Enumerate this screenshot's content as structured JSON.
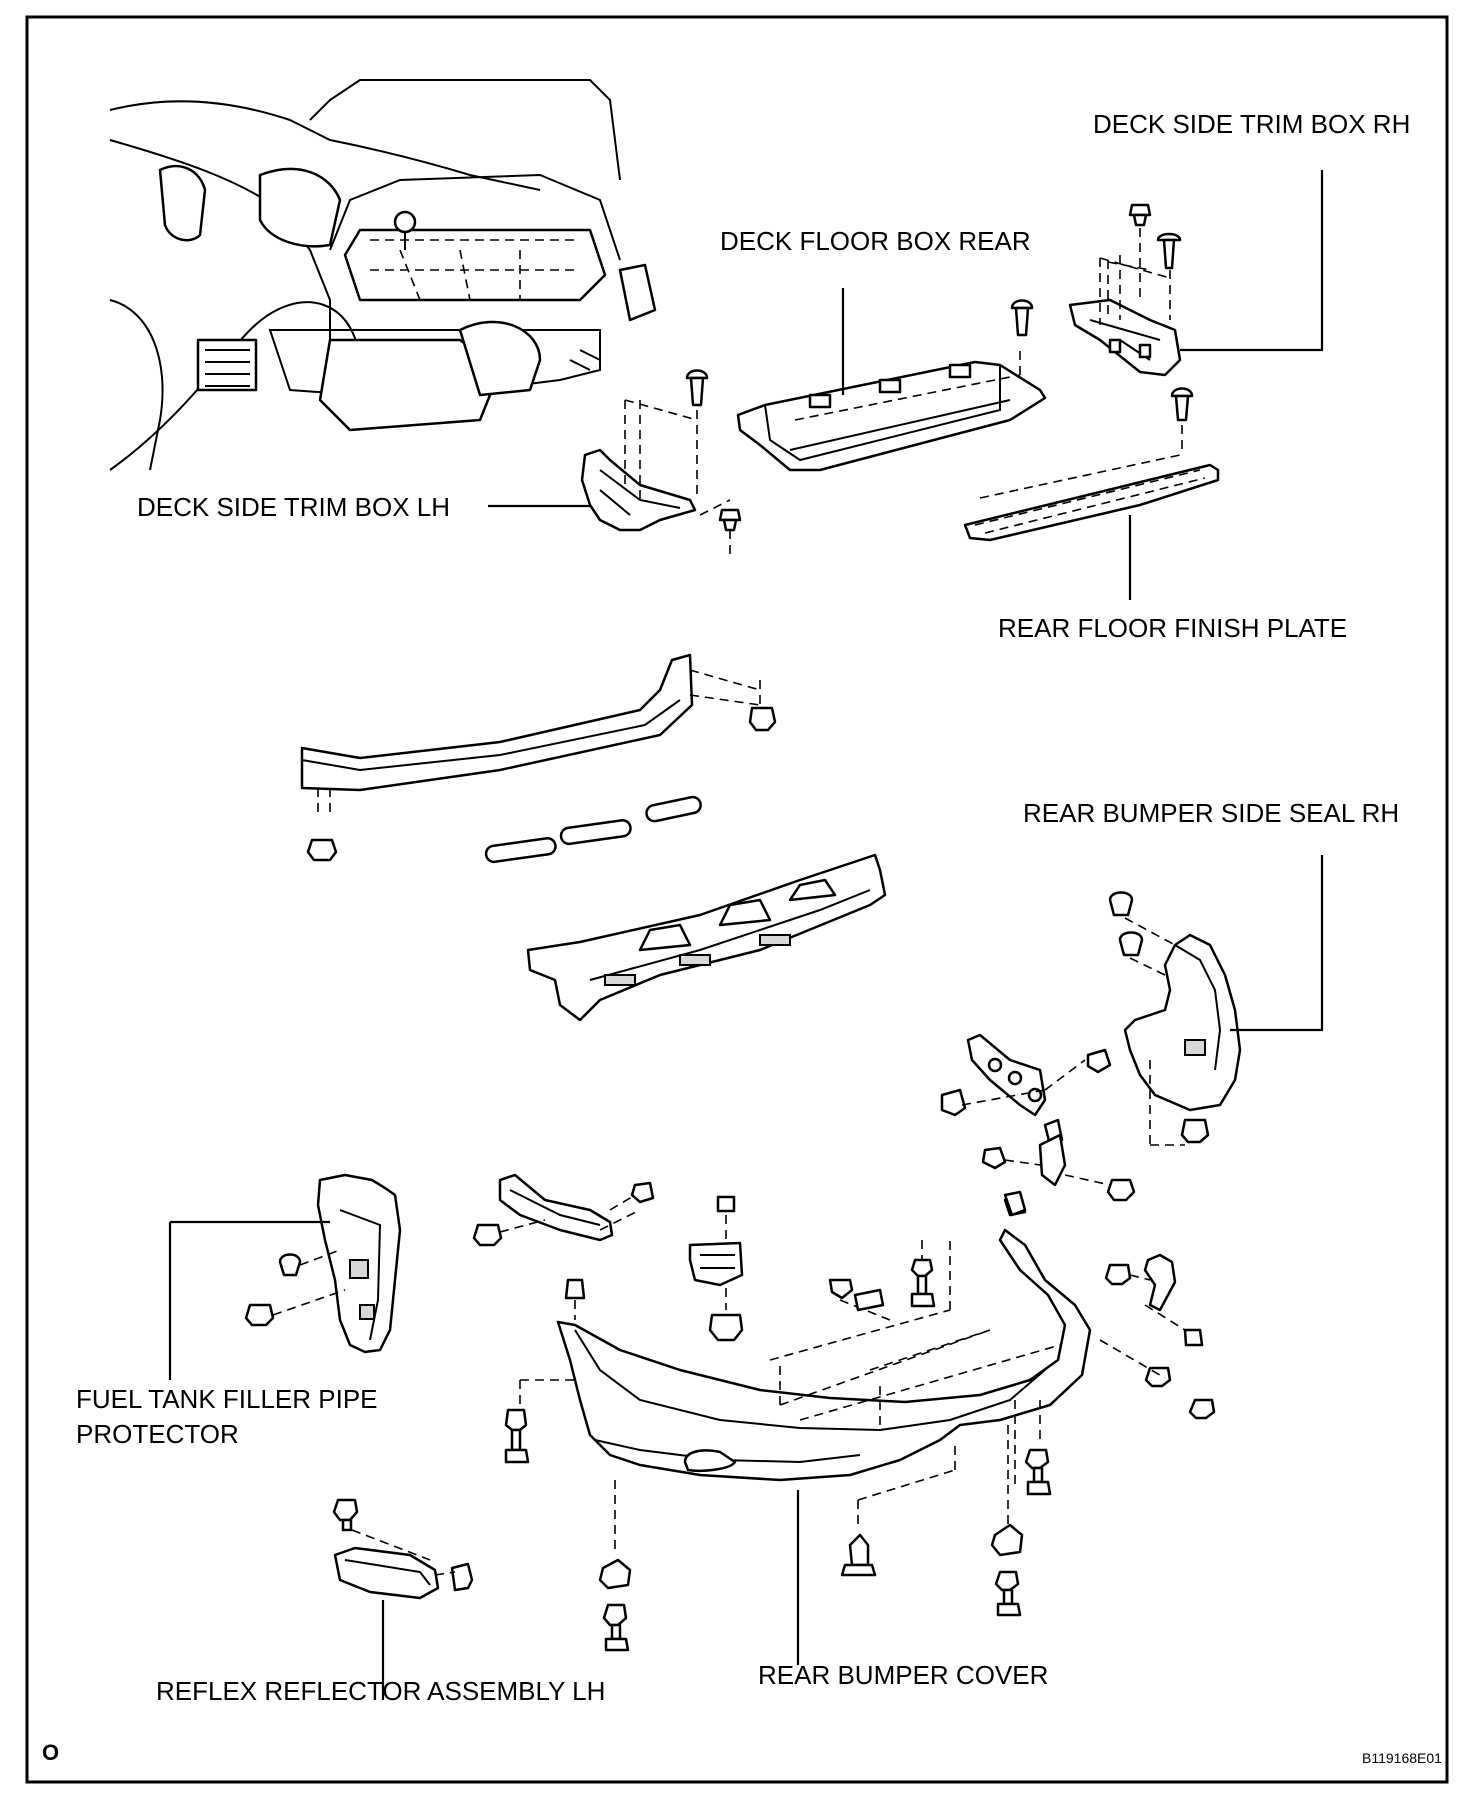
{
  "labels": {
    "deck_side_trim_box_rh": "DECK SIDE TRIM BOX RH",
    "deck_floor_box_rear": "DECK FLOOR BOX REAR",
    "deck_side_trim_box_lh": "DECK SIDE TRIM BOX LH",
    "rear_floor_finish_plate": "REAR FLOOR FINISH PLATE",
    "rear_bumper_side_seal_rh": "REAR BUMPER SIDE SEAL RH",
    "fuel_tank_filler_pipe_protector_line1": "FUEL TANK FILLER PIPE",
    "fuel_tank_filler_pipe_protector_line2": "PROTECTOR",
    "reflex_reflector_assembly_lh": "REFLEX REFLECTOR ASSEMBLY LH",
    "rear_bumper_cover": "REAR BUMPER COVER"
  },
  "corner_mark": "O",
  "figure_code": "B119168E01"
}
